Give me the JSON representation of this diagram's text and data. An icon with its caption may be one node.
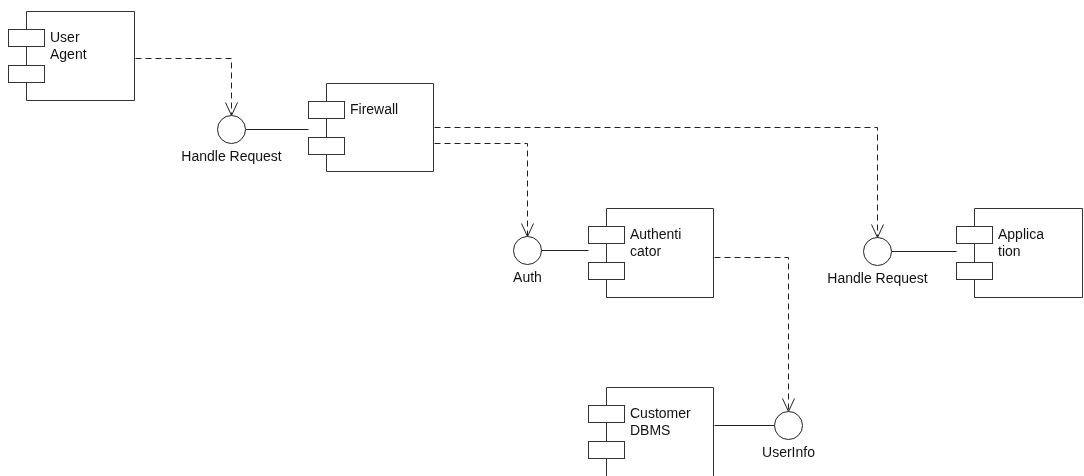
{
  "diagram": {
    "nodes": [
      {
        "text": [
          "User Agent"
        ]
      },
      {
        "text": [
          "Handle Request"
        ]
      },
      {
        "text": [
          "Firewall"
        ]
      },
      {
        "text": [
          "Auth"
        ]
      },
      {
        "text": [
          "Authenticator"
        ]
      },
      {
        "text": [
          "Handle Request"
        ]
      },
      {
        "text": [
          "Application"
        ]
      },
      {
        "text": [
          "Customer DBMS"
        ]
      },
      {
        "text": [
          "UserInfo"
        ]
      }
    ],
    "edges": [
      {
        "from": 0,
        "to": 1,
        "arrow": "to",
        "style": "dashed"
      },
      {
        "from": 1,
        "to": 2,
        "arrow": "none"
      },
      {
        "from": 2,
        "to": 3,
        "arrow": "to",
        "style": "dashed"
      },
      {
        "from": 2,
        "to": 5,
        "arrow": "to",
        "style": "dashed"
      },
      {
        "from": 3,
        "to": 4,
        "arrow": "none"
      },
      {
        "from": 5,
        "to": 6,
        "arrow": "none"
      },
      {
        "from": 4,
        "to": 8,
        "arrow": "to",
        "style": "dashed"
      },
      {
        "from": 7,
        "to": 8,
        "arrow": "none"
      }
    ]
  }
}
